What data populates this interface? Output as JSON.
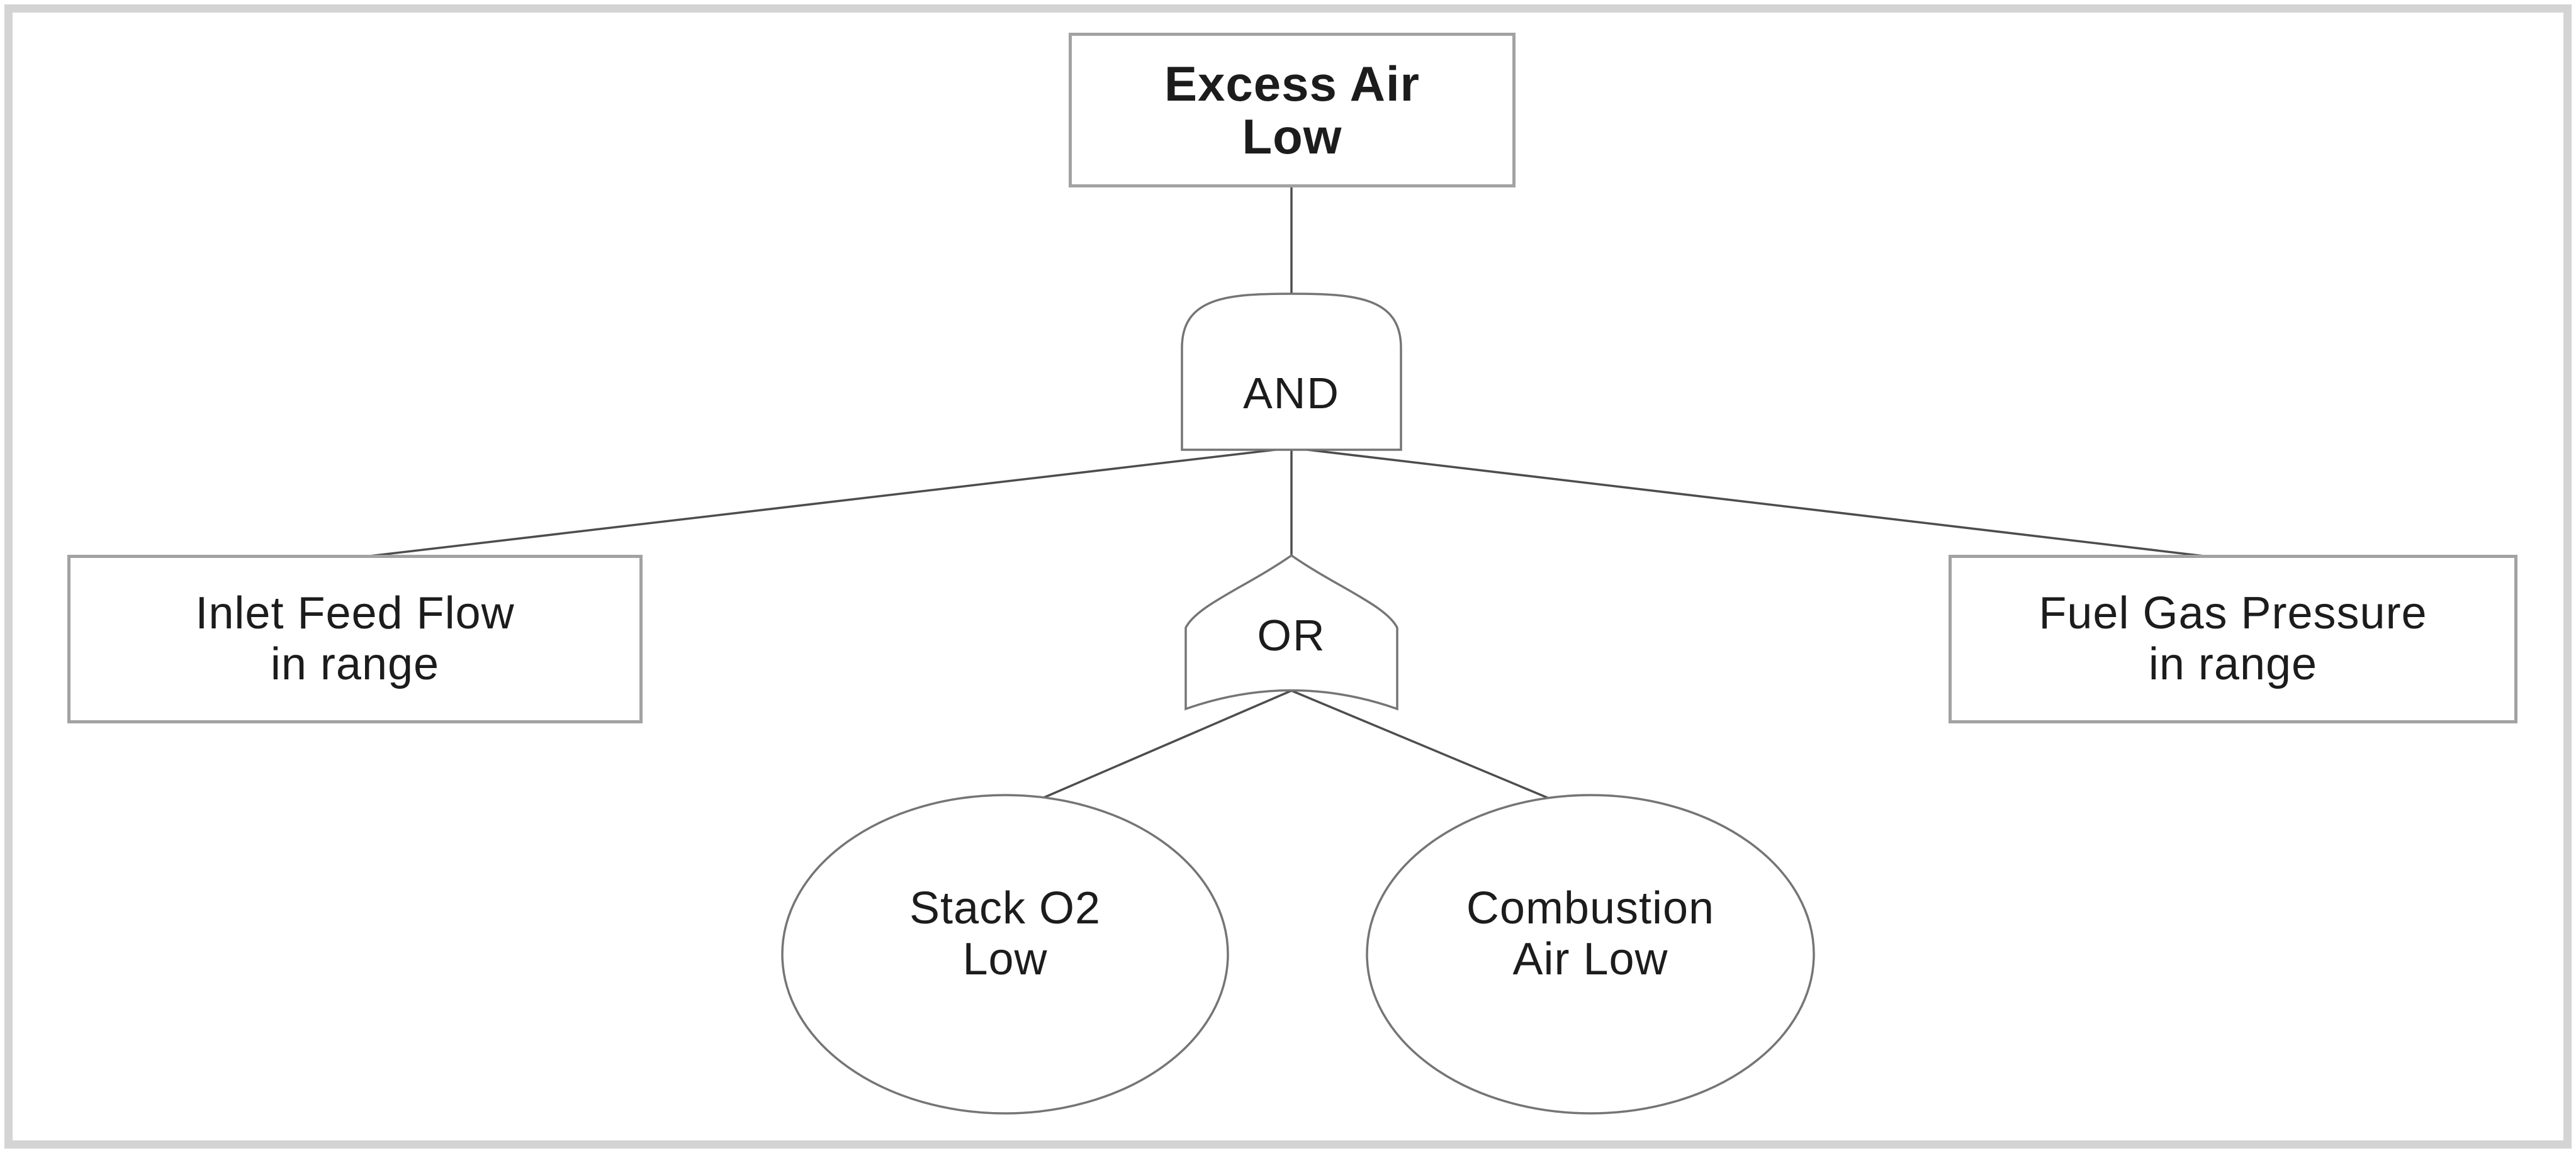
{
  "diagram_type": "fault-tree",
  "colors": {
    "background": "#ffffff",
    "frame": "#d4d4d4",
    "box_border": "#a2a2a2",
    "shape_stroke": "#757575",
    "connector": "#4d4d4d",
    "text": "#1c1c1c"
  },
  "nodes": {
    "top_event": {
      "shape": "rectangle",
      "lines": [
        "Excess Air",
        "Low"
      ]
    },
    "and_gate": {
      "shape": "and-gate",
      "label": "AND"
    },
    "inlet_feed_flow": {
      "shape": "rectangle",
      "lines": [
        "Inlet Feed Flow",
        "in range"
      ]
    },
    "or_gate": {
      "shape": "or-gate",
      "label": "OR"
    },
    "fuel_gas_pressure": {
      "shape": "rectangle",
      "lines": [
        "Fuel Gas Pressure",
        "in range"
      ]
    },
    "stack_o2": {
      "shape": "ellipse",
      "lines": [
        "Stack O2",
        "Low"
      ]
    },
    "combustion_air": {
      "shape": "ellipse",
      "lines": [
        "Combustion",
        "Air Low"
      ]
    }
  },
  "connections": [
    {
      "from": "top_event",
      "to": "and_gate"
    },
    {
      "from": "and_gate",
      "to": "inlet_feed_flow"
    },
    {
      "from": "and_gate",
      "to": "or_gate"
    },
    {
      "from": "and_gate",
      "to": "fuel_gas_pressure"
    },
    {
      "from": "or_gate",
      "to": "stack_o2"
    },
    {
      "from": "or_gate",
      "to": "combustion_air"
    }
  ]
}
